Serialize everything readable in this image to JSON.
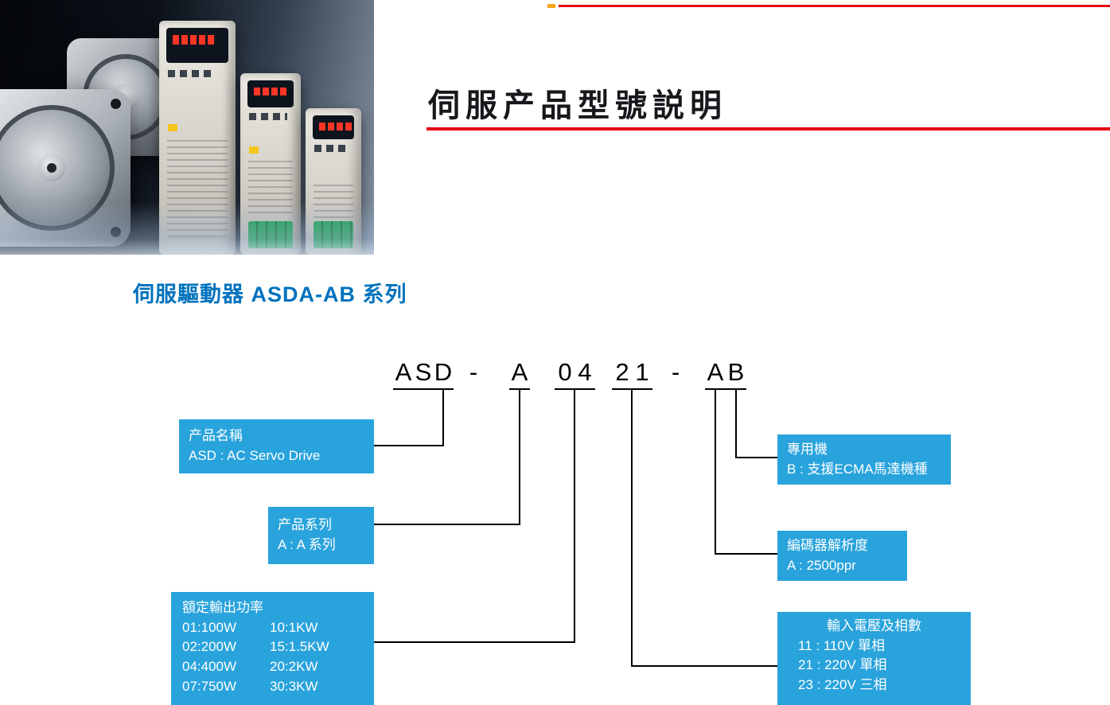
{
  "colors": {
    "accent_red": "#e60012",
    "accent_orange": "#f7a21b",
    "box_blue": "#29a3dc",
    "heading_blue": "#0072bc"
  },
  "header": {
    "title": "伺服产品型號説明"
  },
  "series": {
    "heading": "伺服驅動器 ASDA-AB 系列"
  },
  "model_code": {
    "chars": [
      "A",
      "S",
      "D",
      "-",
      "A",
      "0",
      "4",
      "2",
      "1",
      "-",
      "A",
      "B"
    ]
  },
  "callouts": {
    "product_name": {
      "title": "产品名稱",
      "value": "ASD : AC Servo Drive"
    },
    "product_series": {
      "title": "产品系列",
      "value": "A : A 系列"
    },
    "rated_power": {
      "title": "額定輸出功率",
      "rows": [
        [
          "01:100W",
          "10:1KW"
        ],
        [
          "02:200W",
          "15:1.5KW"
        ],
        [
          "04:400W",
          "20:2KW"
        ],
        [
          "07:750W",
          "30:3KW"
        ]
      ]
    },
    "dedicated": {
      "title": "專用機",
      "value": "B : 支援ECMA馬達機種"
    },
    "encoder": {
      "title": "編碼器解析度",
      "value": "A : 2500ppr"
    },
    "voltage": {
      "title": "輸入電壓及相數",
      "lines": [
        "11 : 110V 單相",
        "21 : 220V 單相",
        "23 : 220V 三相"
      ]
    }
  }
}
